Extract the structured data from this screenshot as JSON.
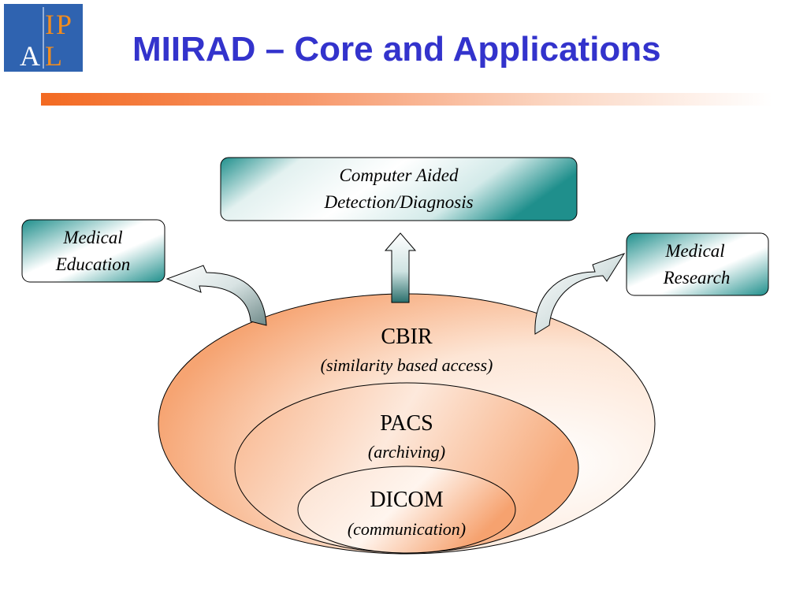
{
  "header": {
    "title": "MIIRAD – Core and Applications",
    "logo_letters": [
      "I",
      "P",
      "A",
      "L"
    ]
  },
  "colors": {
    "title_blue": "#3333cc",
    "logo_bg": "#2f63b0",
    "logo_orange": "#f28c1e",
    "accent_orange": "#f36a22",
    "box_teal": "#1f8f8c"
  },
  "applications": {
    "top": {
      "line1": "Computer Aided",
      "line2": "Detection/Diagnosis"
    },
    "left": {
      "line1": "Medical",
      "line2": "Education"
    },
    "right": {
      "line1": "Medical",
      "line2": "Research"
    }
  },
  "core": {
    "outer": {
      "name": "CBIR",
      "desc": "(similarity based access)"
    },
    "middle": {
      "name": "PACS",
      "desc": "(archiving)"
    },
    "inner": {
      "name": "DICOM",
      "desc": "(communication)"
    }
  }
}
